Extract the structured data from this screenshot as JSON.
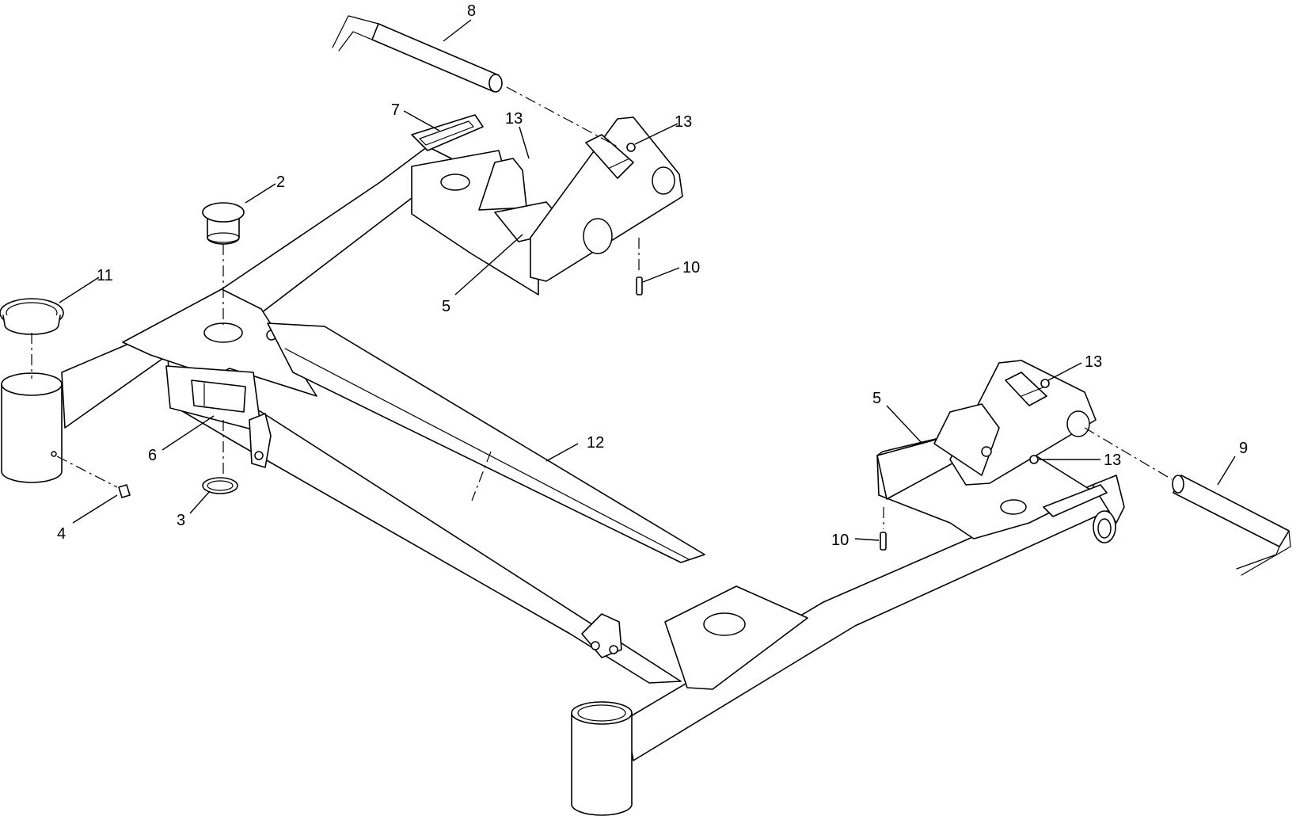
{
  "callouts": {
    "c8": "8",
    "c7": "7",
    "c13a": "13",
    "c13b": "13",
    "c2": "2",
    "c11": "11",
    "c5a": "5",
    "c10a": "10",
    "c6": "6",
    "c4": "4",
    "c3": "3",
    "c12": "12",
    "c13c": "13",
    "c5b": "5",
    "c13d": "13",
    "c9": "9",
    "c10b": "10"
  }
}
